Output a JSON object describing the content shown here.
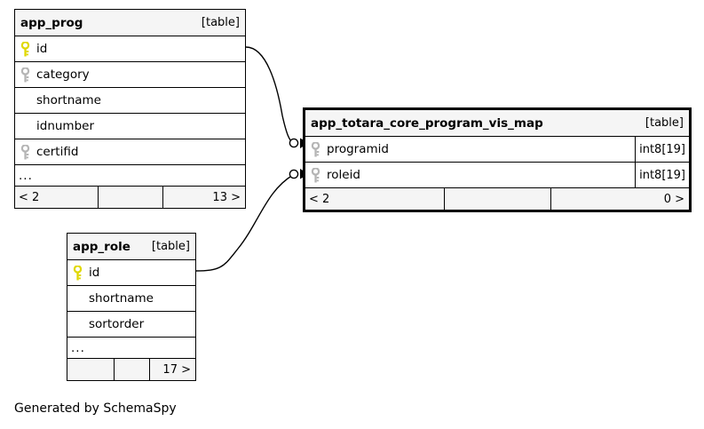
{
  "diagram": {
    "generator_caption": "Generated by SchemaSpy",
    "table_tag": "[table]",
    "ellipsis": "...",
    "colors": {
      "primary_key": "#e8e000",
      "foreign_key": "#b0b0b0",
      "header_bg": "#f5f5f5",
      "border": "#000000",
      "background": "#ffffff"
    }
  },
  "tables": [
    {
      "id": "app_prog",
      "name": "app_prog",
      "tag": "[table]",
      "focus": false,
      "columns": [
        {
          "name": "id",
          "key": "primary",
          "type": ""
        },
        {
          "name": "category",
          "key": "foreign",
          "type": ""
        },
        {
          "name": "shortname",
          "key": "none",
          "type": ""
        },
        {
          "name": "idnumber",
          "key": "none",
          "type": ""
        },
        {
          "name": "certifid",
          "key": "foreign",
          "type": ""
        }
      ],
      "has_ellipsis": true,
      "footer": {
        "left": "< 2",
        "middle": "",
        "right": "13 >"
      }
    },
    {
      "id": "app_totara_core_program_vis_map",
      "name": "app_totara_core_program_vis_map",
      "tag": "[table]",
      "focus": true,
      "columns": [
        {
          "name": "programid",
          "key": "foreign",
          "type": "int8[19]"
        },
        {
          "name": "roleid",
          "key": "foreign",
          "type": "int8[19]"
        }
      ],
      "has_ellipsis": false,
      "footer": {
        "left": "< 2",
        "middle": "",
        "right": "0 >"
      }
    },
    {
      "id": "app_role",
      "name": "app_role",
      "tag": "[table]",
      "focus": false,
      "columns": [
        {
          "name": "id",
          "key": "primary",
          "type": ""
        },
        {
          "name": "shortname",
          "key": "none",
          "type": ""
        },
        {
          "name": "sortorder",
          "key": "none",
          "type": ""
        }
      ],
      "has_ellipsis": true,
      "footer": {
        "left": "",
        "middle": "",
        "right": "17 >"
      }
    }
  ],
  "relationships": [
    {
      "from_table": "app_prog",
      "from_column": "id",
      "to_table": "app_totara_core_program_vis_map",
      "to_column": "programid"
    },
    {
      "from_table": "app_role",
      "from_column": "id",
      "to_table": "app_totara_core_program_vis_map",
      "to_column": "roleid"
    }
  ]
}
